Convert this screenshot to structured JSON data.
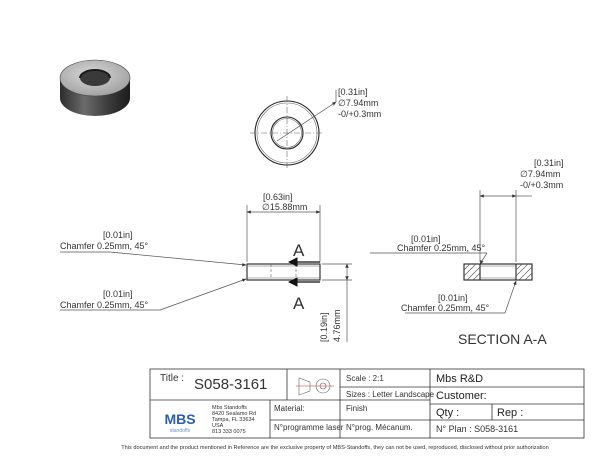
{
  "part": {
    "title_label": "Title :",
    "number": "S058-3161"
  },
  "views": {
    "top": {
      "id_in": "[0.31in]",
      "id_mm": "∅7.94mm",
      "id_tol": "-0/+0.3mm"
    },
    "front": {
      "od_in": "[0.63in]",
      "od_mm": "∅15.88mm",
      "height_in": "[0.19in]",
      "height_mm": "4.76mm",
      "chamfer_top_in": "[0.01in]",
      "chamfer_top": "Chamfer 0.25mm, 45°",
      "chamfer_bottom_in": "[0.01in]",
      "chamfer_bottom": "Chamfer 0.25mm, 45°",
      "cut_label_top": "A",
      "cut_label_bottom": "A"
    },
    "section": {
      "id_in": "[0.31in]",
      "id_mm": "∅7.94mm",
      "id_tol": "-0/+0.3mm",
      "chamfer_top_in": "[0.01in]",
      "chamfer_top": "Chamfer 0.25mm, 45°",
      "chamfer_bottom_in": "[0.01in]",
      "chamfer_bottom": "Chamfer 0.25mm, 45°",
      "label": "SECTION A-A"
    }
  },
  "title_block": {
    "scale": "Scale : 2:1",
    "sizes": "Sizes : Letter Landscape",
    "company": "Mbs R&D",
    "customer": "Customer:",
    "material": "Material:",
    "finish": "Finish",
    "qty": "Qty :",
    "rep": "Rep :",
    "laser_program": "N°programme laser",
    "mech_program": "N°prog. Mécanum.",
    "plan_no": "N° Plan : S058-3161",
    "logo_text": "MBS",
    "logo_sub": "standoffs",
    "address": [
      "Mbs Standoffs",
      "8420 Sealamo Rd",
      "Tampa, FL 33634",
      "USA",
      "813 333 0075"
    ]
  },
  "footer": {
    "notice": "This document and the product mentioned in Reference are the exclusive property of MBS-Standoffs, they can not be used, reproduced, disclosed without prior authorization",
    "notice_color": "#d11a1a"
  }
}
